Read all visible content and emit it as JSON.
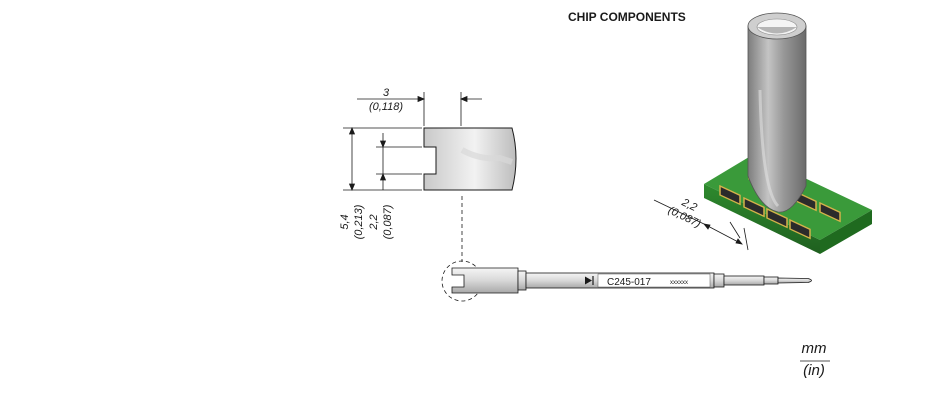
{
  "title": "CHIP COMPONENTS",
  "dims": {
    "width_mm": "3",
    "width_in": "(0,118)",
    "height_mm": "5,4",
    "height_in": "(0,213)",
    "slot_mm": "2,2",
    "slot_in": "(0,087)",
    "chip_mm": "2,2",
    "chip_in": "(0,087)"
  },
  "tip": {
    "model": "C245-017",
    "serial": "xxxxxx"
  },
  "units": {
    "primary": "mm",
    "secondary": "(in)"
  },
  "colors": {
    "line": "#1a1a1a",
    "metal": "#9a9a9a",
    "pcb": "#2f8a2f",
    "chip_dark": "#2b2b2b"
  }
}
